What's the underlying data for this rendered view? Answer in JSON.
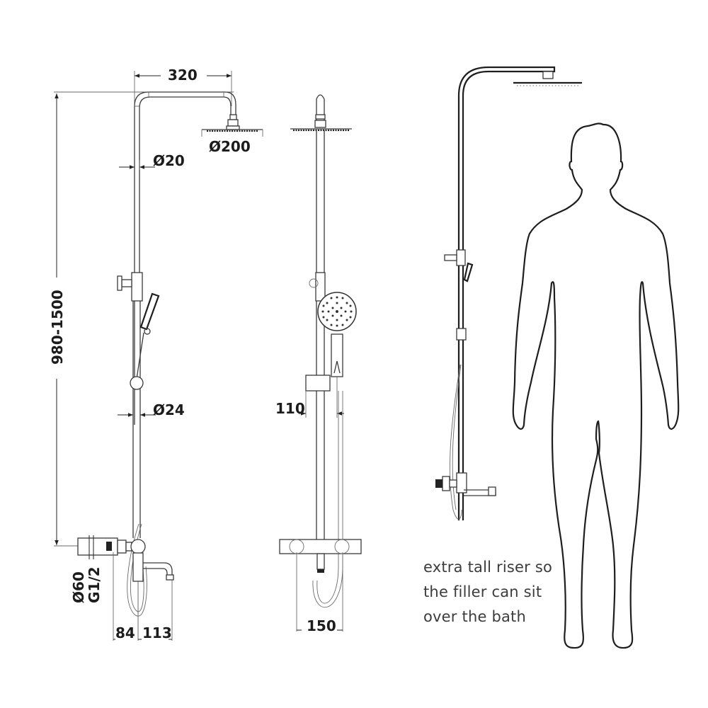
{
  "drawing": {
    "title": "Shower riser system dimension drawing",
    "front_view": {
      "dimensions": {
        "arm_length": "320",
        "head_diameter": "Ø200",
        "upper_pipe_diameter": "Ø20",
        "lower_pipe_diameter": "Ø24",
        "height_range": "980-1500",
        "escutcheon_diameter": "Ø60",
        "inlet_thread": "G1/2",
        "wall_to_center": "84",
        "spout_projection": "113"
      }
    },
    "side_view": {
      "dimensions": {
        "handset_offset": "110",
        "inlet_centers": "150"
      }
    },
    "scale_view": {
      "note_lines": [
        "extra tall riser so",
        "the filler can sit",
        "over the bath"
      ]
    }
  },
  "colors": {
    "line": "#3a3a3a",
    "text": "#1c1c1c",
    "note_text": "#3c3c3c",
    "background": "#ffffff"
  }
}
